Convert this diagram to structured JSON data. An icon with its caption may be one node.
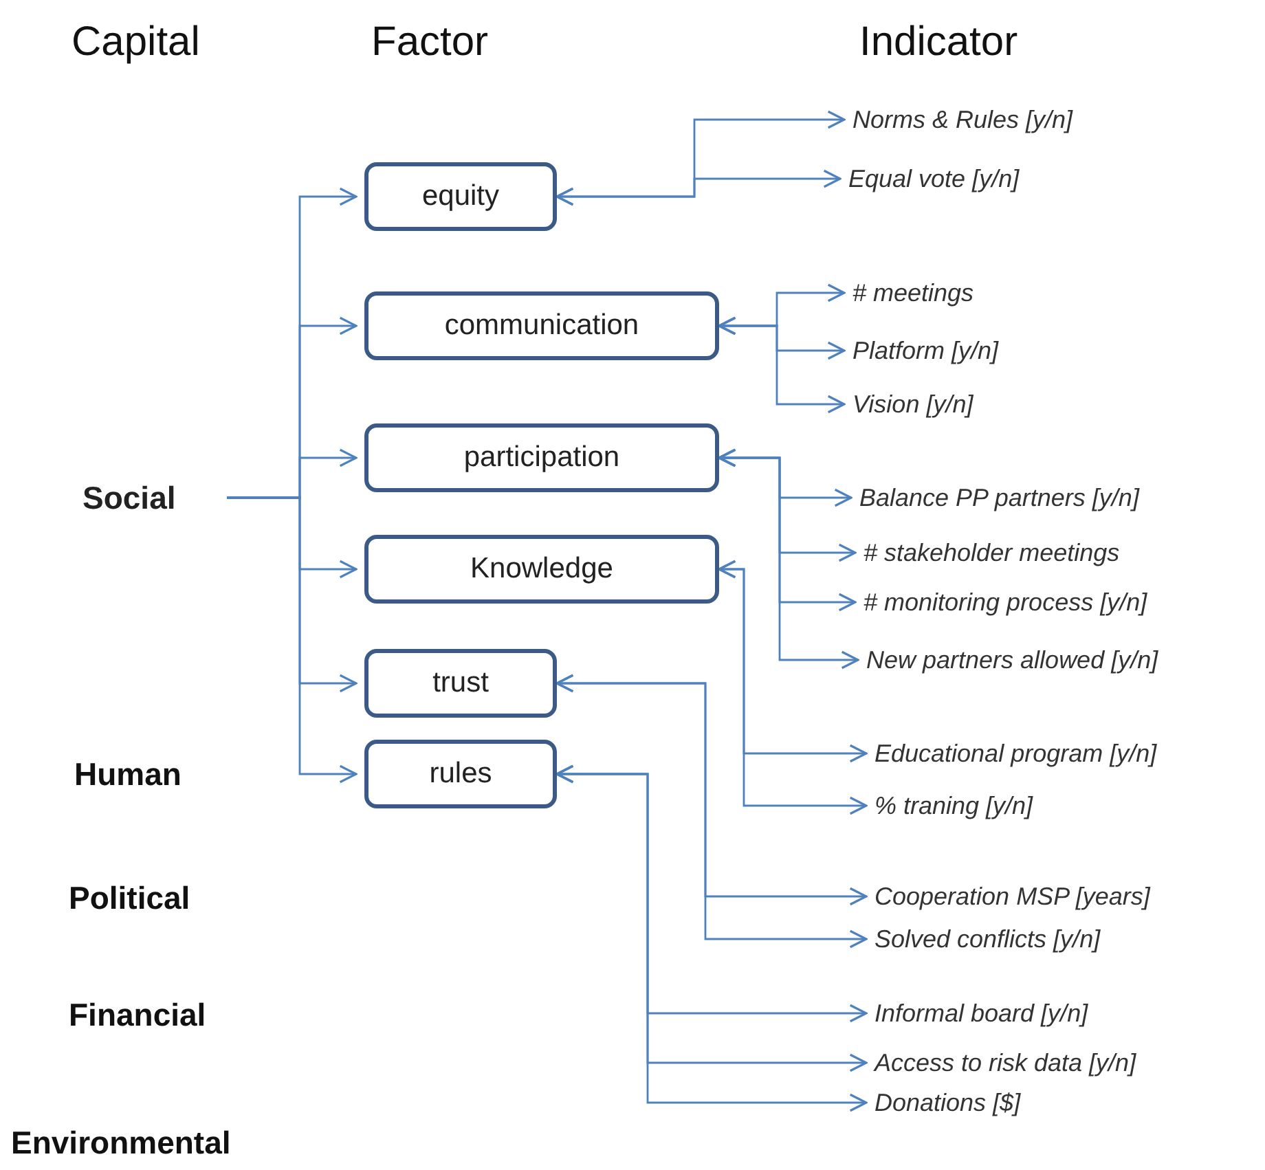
{
  "diagram": {
    "nodes": [
      {
        "text": [
          "Social"
        ]
      },
      {
        "text": [
          "equity"
        ]
      },
      {
        "text": [
          "communication"
        ]
      },
      {
        "text": [
          "participation"
        ]
      },
      {
        "text": [
          "Knowledge"
        ]
      },
      {
        "text": [
          "trust"
        ]
      },
      {
        "text": [
          "rules"
        ]
      },
      {
        "text": [
          "Norms & Rules [y/n]"
        ]
      },
      {
        "text": [
          "Equal vote [y/n]"
        ]
      },
      {
        "text": [
          "# meetings"
        ]
      },
      {
        "text": [
          "Platform [y/n]"
        ]
      },
      {
        "text": [
          "Vision [y/n]"
        ]
      },
      {
        "text": [
          "Balance PP partners [y/n]"
        ]
      },
      {
        "text": [
          "# stakeholder meetings"
        ]
      },
      {
        "text": [
          "# monitoring process [y/n]"
        ]
      },
      {
        "text": [
          "New partners allowed [y/n]"
        ]
      },
      {
        "text": [
          "Educational program [y/n]"
        ]
      },
      {
        "text": [
          "% traning [y/n]"
        ]
      },
      {
        "text": [
          "Cooperation MSP [years]"
        ]
      },
      {
        "text": [
          "Solved conflicts [y/n]"
        ]
      },
      {
        "text": [
          "Informal board [y/n]"
        ]
      },
      {
        "text": [
          "Access to risk data [y/n]"
        ]
      },
      {
        "text": [
          "Donations [$]"
        ]
      }
    ],
    "edges": [
      {
        "from": 0,
        "to": 1,
        "arrow": "to"
      },
      {
        "from": 0,
        "to": 2,
        "arrow": "to"
      },
      {
        "from": 0,
        "to": 3,
        "arrow": "to"
      },
      {
        "from": 0,
        "to": 4,
        "arrow": "to"
      },
      {
        "from": 0,
        "to": 5,
        "arrow": "to"
      },
      {
        "from": 0,
        "to": 6,
        "arrow": "to"
      },
      {
        "from": 1,
        "to": 7,
        "arrow": "both"
      },
      {
        "from": 1,
        "to": 8,
        "arrow": "both"
      },
      {
        "from": 2,
        "to": 9,
        "arrow": "both"
      },
      {
        "from": 2,
        "to": 10,
        "arrow": "both"
      },
      {
        "from": 2,
        "to": 11,
        "arrow": "both"
      },
      {
        "from": 3,
        "to": 12,
        "arrow": "both"
      },
      {
        "from": 3,
        "to": 13,
        "arrow": "both"
      },
      {
        "from": 3,
        "to": 14,
        "arrow": "both"
      },
      {
        "from": 3,
        "to": 15,
        "arrow": "both"
      },
      {
        "from": 4,
        "to": 16,
        "arrow": "both"
      },
      {
        "from": 4,
        "to": 17,
        "arrow": "both"
      },
      {
        "from": 5,
        "to": 18,
        "arrow": "both"
      },
      {
        "from": 5,
        "to": 19,
        "arrow": "both"
      },
      {
        "from": 6,
        "to": 20,
        "arrow": "both"
      },
      {
        "from": 6,
        "to": 21,
        "arrow": "both"
      },
      {
        "from": 6,
        "to": 22,
        "arrow": "both"
      }
    ],
    "labels": [
      "Capital",
      "Factor",
      "Indicator",
      "Human",
      "Political",
      "Financial",
      "Environmental"
    ]
  }
}
